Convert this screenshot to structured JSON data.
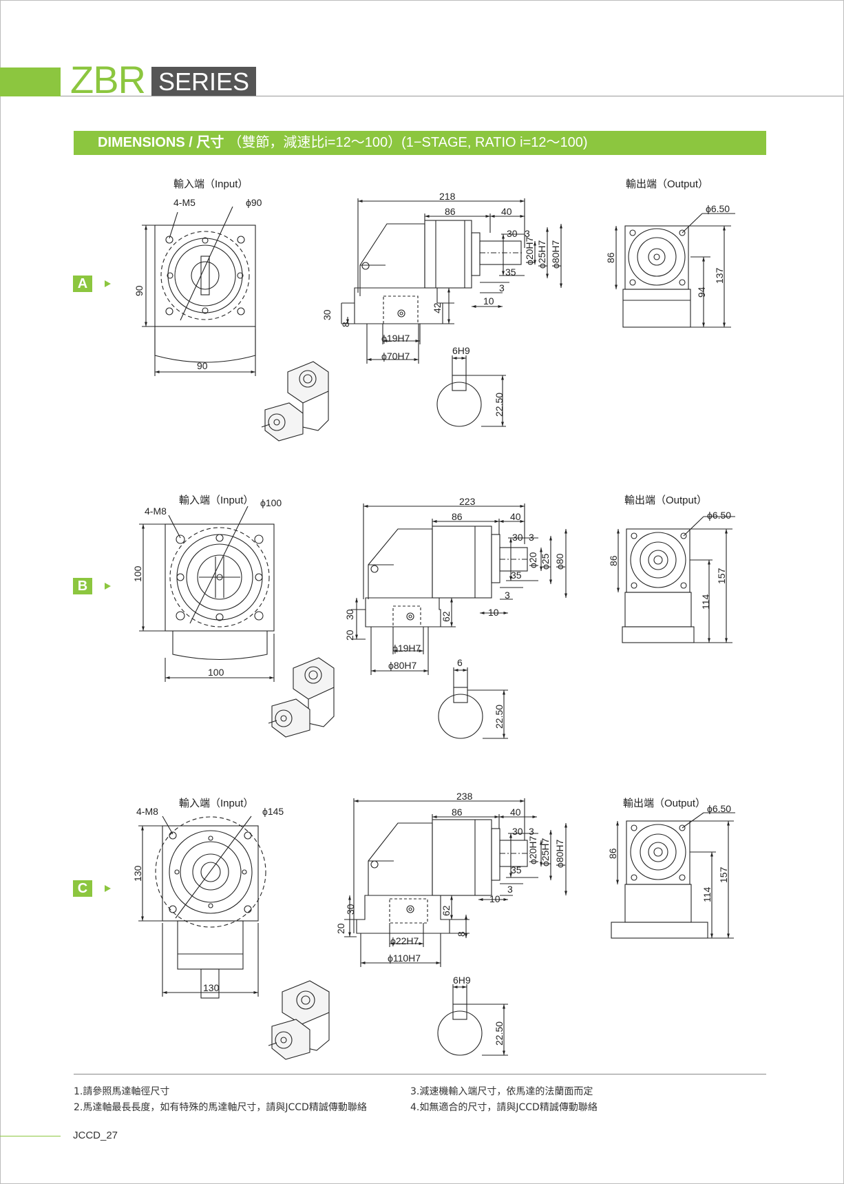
{
  "header": {
    "brand": "ZBR",
    "series": "SERIES"
  },
  "dimensions_bar": {
    "bold": "DIMENSIONS / 尺寸",
    "rest": "（雙節，減速比i=12～100）(1−STAGE, RATIO i=12～100)"
  },
  "sections": [
    {
      "marker": "A",
      "input_label": "輸入端（Input）",
      "output_label": "輸出端（Output）",
      "input": {
        "holes": "4-M5",
        "pcd": "ϕ90",
        "height": "90",
        "width": "90"
      },
      "side": {
        "overall": "218",
        "body": "86",
        "shaft": "40",
        "d1": "30",
        "d2": "3",
        "d3": "35",
        "d4": "3",
        "d5": "10",
        "base1": "30",
        "base2": "8",
        "base3": "42",
        "bore1": "ϕ19H7",
        "bore2": "ϕ70H7",
        "s1": "ϕ20H7",
        "s2": "ϕ25H7",
        "s3": "ϕ80H7"
      },
      "key": {
        "width": "6H9",
        "height": "22.50"
      },
      "output": {
        "hole": "ϕ6.50",
        "width": "86",
        "h1": "94",
        "h2": "137"
      }
    },
    {
      "marker": "B",
      "input_label": "輸入端（Input）",
      "output_label": "輸出端（Output）",
      "input": {
        "holes": "4-M8",
        "pcd": "ϕ100",
        "height": "100",
        "width": "100"
      },
      "side": {
        "overall": "223",
        "body": "86",
        "shaft": "40",
        "d1": "30",
        "d2": "3",
        "d3": "35",
        "d4": "3",
        "d5": "10",
        "base1": "30",
        "base2": "20",
        "base3": "62",
        "bore1": "ϕ19H7",
        "bore2": "ϕ80H7",
        "s1": "ϕ20",
        "s2": "ϕ25",
        "s3": "ϕ80"
      },
      "key": {
        "width": "6",
        "height": "22.50"
      },
      "output": {
        "hole": "ϕ6.50",
        "width": "86",
        "h1": "114",
        "h2": "157"
      }
    },
    {
      "marker": "C",
      "input_label": "輸入端（Input）",
      "output_label": "輸出端（Output）",
      "input": {
        "holes": "4-M8",
        "pcd": "ϕ145",
        "height": "130",
        "width": "130"
      },
      "side": {
        "overall": "238",
        "body": "86",
        "shaft": "40",
        "d1": "30",
        "d2": "3",
        "d3": "35",
        "d4": "3",
        "d5": "10",
        "base1": "30",
        "base2": "20",
        "base3": "62",
        "base4": "8",
        "bore1": "ϕ22H7",
        "bore2": "ϕ110H7",
        "s1": "ϕ20H7",
        "s2": "ϕ25H7",
        "s3": "ϕ80H7"
      },
      "key": {
        "width": "6H9",
        "height": "22.50"
      },
      "output": {
        "hole": "ϕ6.50",
        "width": "86",
        "h1": "114",
        "h2": "157"
      }
    }
  ],
  "notes": {
    "n1": "1.請參照馬達軸徑尺寸",
    "n2": "2.馬達軸最長長度，如有特殊的馬達軸尺寸，請與JCCD精誠傳動聯絡",
    "n3": "3.減速機輸入端尺寸，依馬達的法蘭面而定",
    "n4": "4.如無適合的尺寸，請與JCCD精誠傳動聯絡"
  },
  "footer": {
    "page": "JCCD_27"
  },
  "colors": {
    "accent": "#8cc63f",
    "dark_label": "#555555"
  }
}
